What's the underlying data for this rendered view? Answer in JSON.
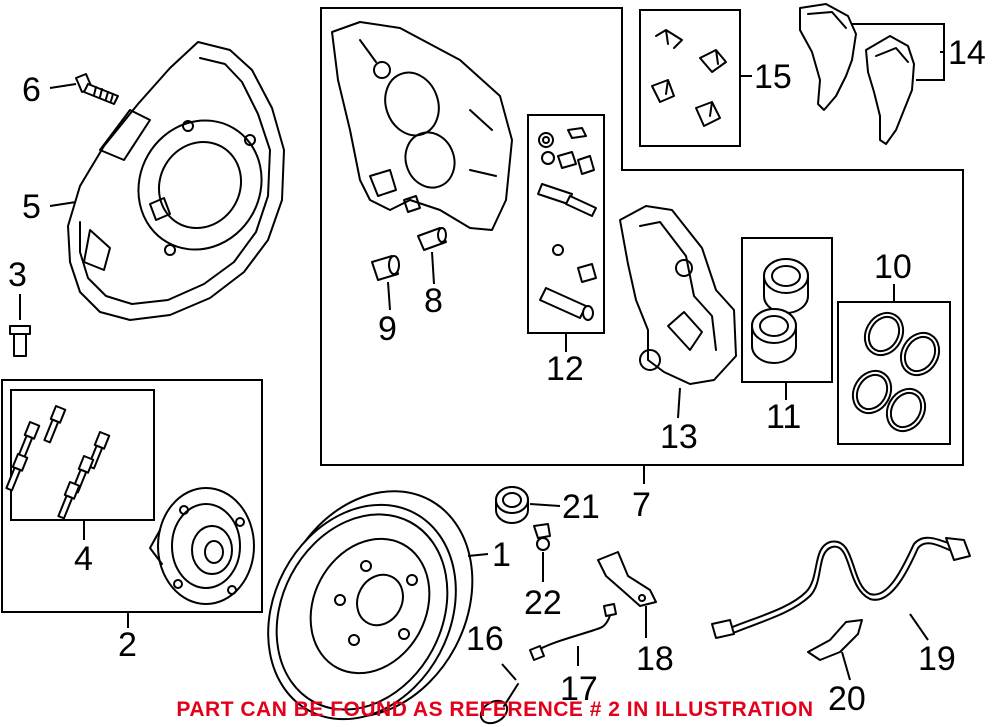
{
  "diagram": {
    "callouts": [
      {
        "id": "1",
        "text": "1"
      },
      {
        "id": "2",
        "text": "2"
      },
      {
        "id": "3",
        "text": "3"
      },
      {
        "id": "4",
        "text": "4"
      },
      {
        "id": "5",
        "text": "5"
      },
      {
        "id": "6",
        "text": "6"
      },
      {
        "id": "7",
        "text": "7"
      },
      {
        "id": "8",
        "text": "8"
      },
      {
        "id": "9",
        "text": "9"
      },
      {
        "id": "10",
        "text": "10"
      },
      {
        "id": "11",
        "text": "11"
      },
      {
        "id": "12",
        "text": "12"
      },
      {
        "id": "13",
        "text": "13"
      },
      {
        "id": "14",
        "text": "14"
      },
      {
        "id": "15",
        "text": "15"
      },
      {
        "id": "16",
        "text": "16"
      },
      {
        "id": "17",
        "text": "17"
      },
      {
        "id": "18",
        "text": "18"
      },
      {
        "id": "19",
        "text": "19"
      },
      {
        "id": "20",
        "text": "20"
      },
      {
        "id": "21",
        "text": "21"
      },
      {
        "id": "22",
        "text": "22"
      }
    ],
    "note": {
      "text": "PART CAN BE FOUND AS REFERENCE # 2 IN ILLUSTRATION",
      "color": "#e3001b"
    }
  }
}
